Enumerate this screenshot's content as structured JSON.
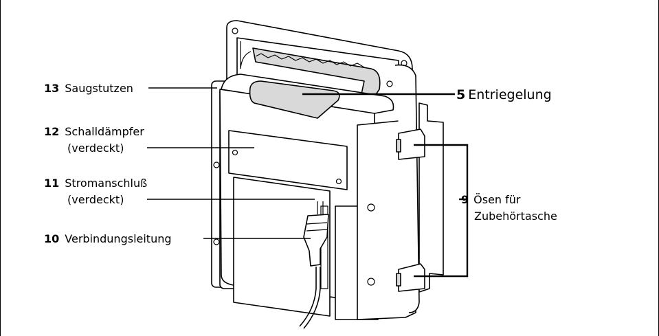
{
  "callouts": {
    "c13": {
      "number": "13",
      "line1": "Saugstutzen"
    },
    "c12": {
      "number": "12",
      "line1": "Schalldämpfer",
      "line2": "(verdeckt)"
    },
    "c11": {
      "number": "11",
      "line1": "Stromanschluß",
      "line2": "(verdeckt)"
    },
    "c10": {
      "number": "10",
      "line1": "Verbindungsleitung"
    },
    "c5": {
      "number": "5",
      "line1": "Entriegelung"
    },
    "c9": {
      "number": "9",
      "line1": "Ösen für",
      "line2": "Zubehörtasche"
    }
  }
}
